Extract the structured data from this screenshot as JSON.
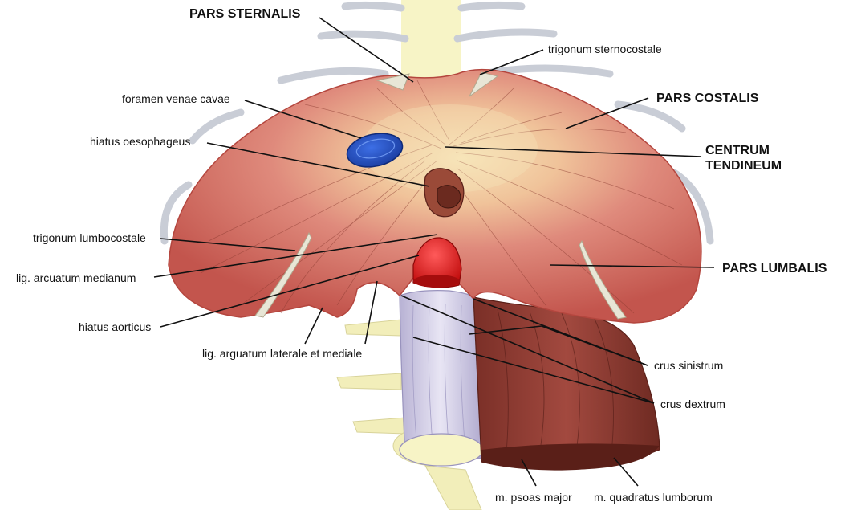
{
  "labels": {
    "pars_sternalis": "PARS STERNALIS",
    "trigonum_sternocostale": "trigonum sternocostale",
    "foramen_venae_cavae": "foramen venae cavae",
    "pars_costalis": "PARS COSTALIS",
    "hiatus_oesophageus": "hiatus oesophageus",
    "centrum_tendineum_1": "CENTRUM",
    "centrum_tendineum_2": "TENDINEUM",
    "trigonum_lumbocostale": "trigonum lumbocostale",
    "pars_lumbalis": "PARS LUMBALIS",
    "lig_arcuatum_medianum": "lig. arcuatum medianum",
    "hiatus_aorticus": "hiatus aorticus",
    "lig_arguatum_laterale": "lig. arguatum laterale et mediale",
    "crus_sinistrum": "crus sinistrum",
    "crus_dextrum": "crus dextrum",
    "m_psoas_major": "m. psoas major",
    "m_quadratus_lumborum": "m. quadratus lumborum"
  },
  "colors": {
    "muscle": "#d9776f",
    "muscle_dark": "#a8463f",
    "tendon": "#f6e2b3",
    "vena_cava": "#1f4fc4",
    "aorta": "#e11414",
    "oesophagus": "#9a4a38",
    "crus": "#d6d2e8",
    "psoas": "#8a3a30",
    "bone": "#f5f2c4"
  }
}
